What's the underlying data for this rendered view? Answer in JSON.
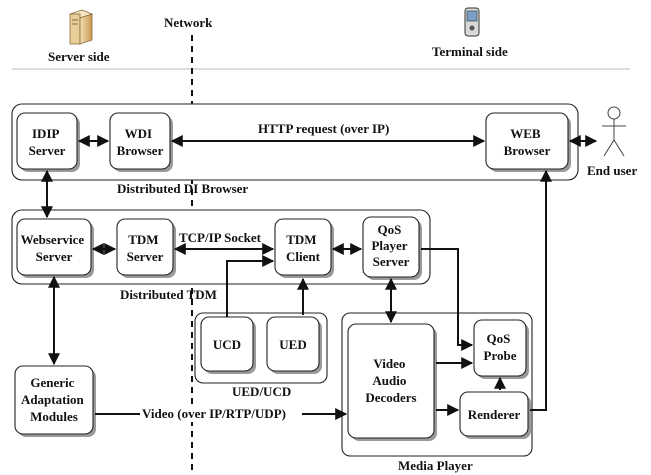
{
  "header": {
    "server_side": "Server side",
    "network": "Network",
    "terminal_side": "Terminal side"
  },
  "groups": {
    "di_browser": "Distributed DI Browser",
    "tdm": "Distributed TDM",
    "ued_ucd": "UED/UCD",
    "media_player": "Media Player"
  },
  "nodes": {
    "idip_server": [
      "IDIP",
      "Server"
    ],
    "wdi_browser": [
      "WDI",
      "Browser"
    ],
    "web_browser": [
      "WEB",
      "Browser"
    ],
    "webservice_server": [
      "Webservice",
      "Server"
    ],
    "tdm_server": [
      "TDM",
      "Server"
    ],
    "tdm_client": [
      "TDM",
      "Client"
    ],
    "qos_player_server": [
      "QoS",
      "Player",
      "Server"
    ],
    "ucd": "UCD",
    "ued": "UED",
    "video_audio_decoders": [
      "Video",
      "Audio",
      "Decoders"
    ],
    "qos_probe": [
      "QoS",
      "Probe"
    ],
    "renderer": "Renderer",
    "generic_adaptation_modules": [
      "Generic",
      "Adaptation",
      "Modules"
    ]
  },
  "edges": {
    "http_request": "HTTP request (over IP)",
    "tcp_ip_socket": "TCP/IP Socket",
    "video_stream": "Video (over IP/RTP/UDP)"
  },
  "actors": {
    "end_user": "End user"
  }
}
